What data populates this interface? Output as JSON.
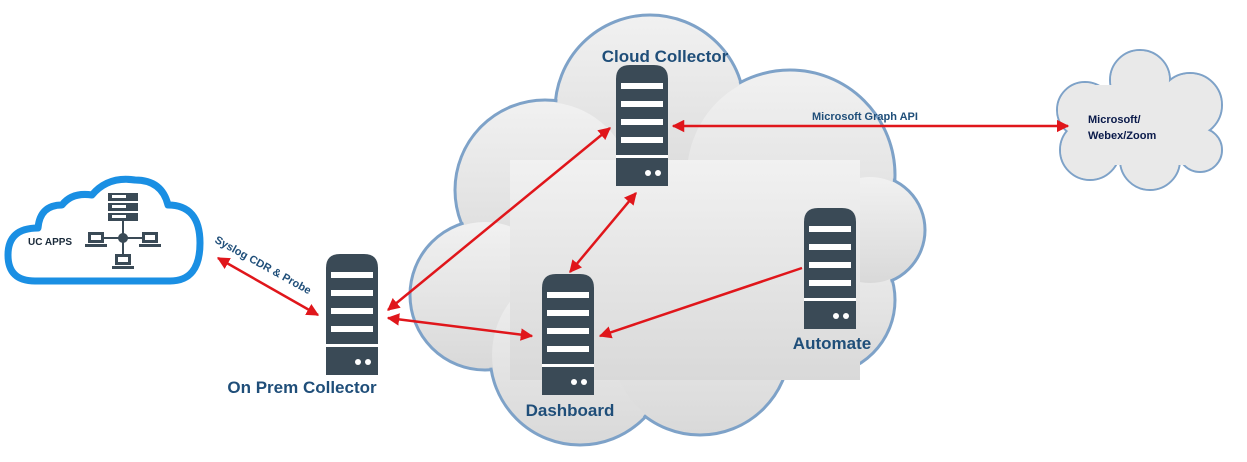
{
  "nodes": {
    "cloud_collector": "Cloud Collector",
    "on_prem_collector": "On Prem Collector",
    "dashboard": "Dashboard",
    "automate": "Automate",
    "uc_apps": "UC APPS",
    "external_line1": "Microsoft/",
    "external_line2": "Webex/Zoom"
  },
  "links": {
    "graph_api": "Microsoft Graph API",
    "syslog": "Syslog CDR & Probe"
  },
  "colors": {
    "arrow": "#e0161b",
    "server": "#3a4a56",
    "label": "#1f4e79",
    "cloud_fill": "#e6e6e6",
    "cloud_stroke": "#7ea2c8",
    "uc_cloud_stroke": "#1a8fe3"
  }
}
